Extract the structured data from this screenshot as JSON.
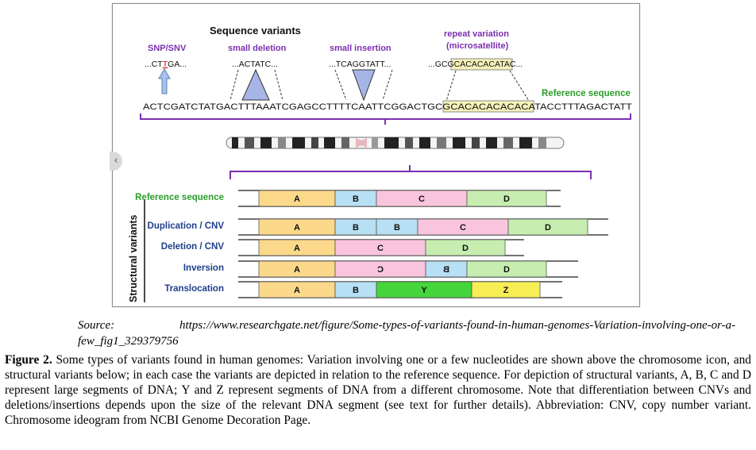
{
  "figure": {
    "seq_title": "Sequence variants",
    "snp": {
      "label": "SNP/SNV",
      "pre": "...CT",
      "base": "T",
      "post": "GA..."
    },
    "deletion": {
      "label": "small deletion",
      "seq": "...ACTATC..."
    },
    "insertion": {
      "label": "small insertion",
      "seq": "...TCAGGTATT..."
    },
    "repeat": {
      "label1": "repeat variation",
      "label2": "(microsatellite)",
      "pre": "...GCG",
      "box": "CACACACA",
      "post": "TAC..."
    },
    "ref_label": "Reference sequence",
    "ref_seq": {
      "a": "ACTCGATCTATGACTTTAAATCGAGCCTTTTCAATTCGGACTGCG",
      "b": "CACACACACACA",
      "c": "TACCTTTAGACTATT"
    },
    "sv_axis_label": "Structural variants",
    "rows": [
      {
        "label": "Reference sequence",
        "segments": [
          {
            "text": "A",
            "color": "#fcd98a"
          },
          {
            "text": "B",
            "color": "#b8e0f4"
          },
          {
            "text": "C",
            "color": "#f9c5dd"
          },
          {
            "text": "D",
            "color": "#c7eeb0"
          }
        ]
      },
      {
        "label": "Duplication / CNV",
        "segments": [
          {
            "text": "A",
            "color": "#fcd98a"
          },
          {
            "text": "B",
            "color": "#b8e0f4"
          },
          {
            "text": "B",
            "color": "#b8e0f4"
          },
          {
            "text": "C",
            "color": "#f9c5dd"
          },
          {
            "text": "D",
            "color": "#c7eeb0"
          }
        ]
      },
      {
        "label": "Deletion / CNV",
        "segments": [
          {
            "text": "A",
            "color": "#fcd98a"
          },
          {
            "text": "C",
            "color": "#f9c5dd"
          },
          {
            "text": "D",
            "color": "#c7eeb0"
          }
        ]
      },
      {
        "label": "Inversion",
        "segments": [
          {
            "text": "A",
            "color": "#fcd98a"
          },
          {
            "text": "C",
            "color": "#f9c5dd",
            "flipped": true
          },
          {
            "text": "B",
            "color": "#b8e0f4",
            "flipped": true
          },
          {
            "text": "D",
            "color": "#c7eeb0"
          }
        ]
      },
      {
        "label": "Translocation",
        "segments": [
          {
            "text": "A",
            "color": "#fcd98a"
          },
          {
            "text": "B",
            "color": "#b8e0f4"
          },
          {
            "text": "Y",
            "color": "#44d63a"
          },
          {
            "text": "Z",
            "color": "#f7ee55"
          }
        ]
      }
    ],
    "colors": {
      "purple": "#7a2fb0",
      "green": "#2a9d2a",
      "blue_label": "#1f3f8a",
      "arrow_blue": "#aac2e8",
      "snp_red": "#e00000"
    }
  },
  "source": {
    "label": "Source:",
    "url": "https://www.researchgate.net/figure/Some-types-of-variants-found-in-human-genomes-Variation-involving-one-or-a-few_fig1_329379756"
  },
  "caption": {
    "lead": "Figure 2.",
    "text": "Some types of variants found in human genomes: Variation involving one or a few nucleotides are shown above the chromosome icon, and structural variants below; in each case the variants are depicted in relation to the reference sequence. For depiction of structural variants, A, B, C and D represent large segments of DNA; Y and Z represent segments of DNA from a different chromosome. Note that differentiation between CNVs and deletions/insertions depends upon the size of the relevant DNA segment (see text for further details). Abbreviation: CNV, copy number variant. Chromosome ideogram from NCBI Genome Decoration Page."
  }
}
